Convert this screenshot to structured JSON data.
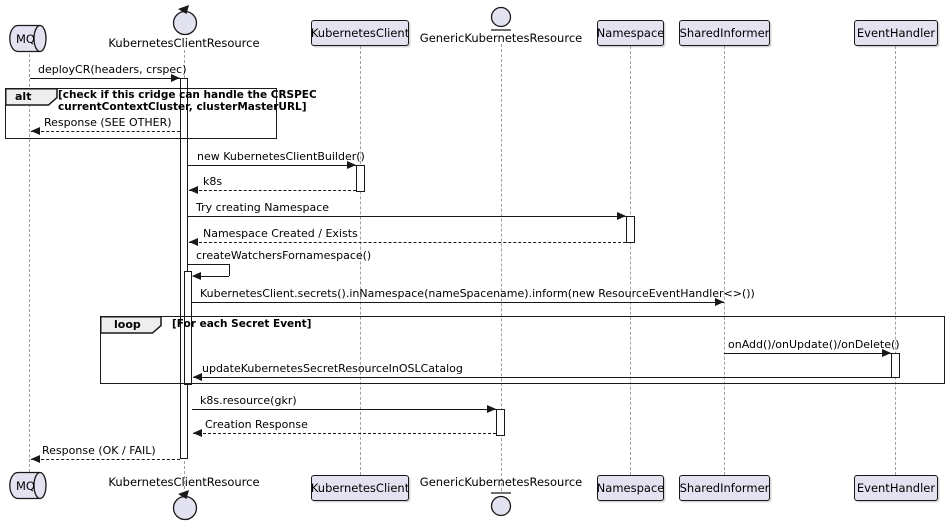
{
  "participants": [
    {
      "name": "MQ",
      "type": "queue"
    },
    {
      "name": "KubernetesClientResource",
      "type": "control"
    },
    {
      "name": "KubernetesClient",
      "type": "box"
    },
    {
      "name": "GenericKubernetesResource",
      "type": "entity"
    },
    {
      "name": "Namespace",
      "type": "box"
    },
    {
      "name": "SharedInformer",
      "type": "box"
    },
    {
      "name": "EventHandler",
      "type": "box"
    }
  ],
  "messages": [
    {
      "text": "deployCR(headers, crspec)",
      "from": "MQ",
      "to": "KubernetesClientResource",
      "style": "solid"
    },
    {
      "text": "Response (SEE OTHER)",
      "from": "KubernetesClientResource",
      "to": "MQ",
      "style": "dashed"
    },
    {
      "text": "new KubernetesClientBuilder()",
      "from": "KubernetesClientResource",
      "to": "KubernetesClient",
      "style": "solid"
    },
    {
      "text": "k8s",
      "from": "KubernetesClient",
      "to": "KubernetesClientResource",
      "style": "dashed"
    },
    {
      "text": "Try creating Namespace",
      "from": "KubernetesClientResource",
      "to": "Namespace",
      "style": "solid"
    },
    {
      "text": "Namespace Created / Exists",
      "from": "Namespace",
      "to": "KubernetesClientResource",
      "style": "dashed"
    },
    {
      "text": "createWatchersFornamespace()",
      "from": "KubernetesClientResource",
      "to": "KubernetesClientResource",
      "style": "solid"
    },
    {
      "text": "KubernetesClient.secrets().inNamespace(nameSpacename).inform(new ResourceEventHandler<>())",
      "from": "KubernetesClientResource",
      "to": "SharedInformer",
      "style": "solid"
    },
    {
      "text": "onAdd()/onUpdate()/onDelete()",
      "from": "SharedInformer",
      "to": "EventHandler",
      "style": "solid"
    },
    {
      "text": "updateKubernetesSecretResourceInOSLCatalog",
      "from": "EventHandler",
      "to": "KubernetesClientResource",
      "style": "solid"
    },
    {
      "text": "k8s.resource(gkr)",
      "from": "KubernetesClientResource",
      "to": "GenericKubernetesResource",
      "style": "solid"
    },
    {
      "text": "Creation Response",
      "from": "GenericKubernetesResource",
      "to": "KubernetesClientResource",
      "style": "dashed"
    },
    {
      "text": "Response (OK / FAIL)",
      "from": "KubernetesClientResource",
      "to": "MQ",
      "style": "dashed"
    }
  ],
  "fragments": {
    "alt": {
      "label": "alt",
      "guard_line1": "[check if this cridge can handle the CRSPEC",
      "guard_line2": "currentContextCluster, clusterMasterURL]"
    },
    "loop": {
      "label": "loop",
      "guard": "[For each Secret Event]"
    }
  },
  "colors": {
    "participant_fill": "#E2E2F0",
    "participant_border": "#181818",
    "fragment_tab_fill": "#EEEEEE",
    "fragment_border": "#1B1B1B",
    "lifeline": "#A0A0A0",
    "message_text": "#000000",
    "background": "#FFFFFF"
  }
}
